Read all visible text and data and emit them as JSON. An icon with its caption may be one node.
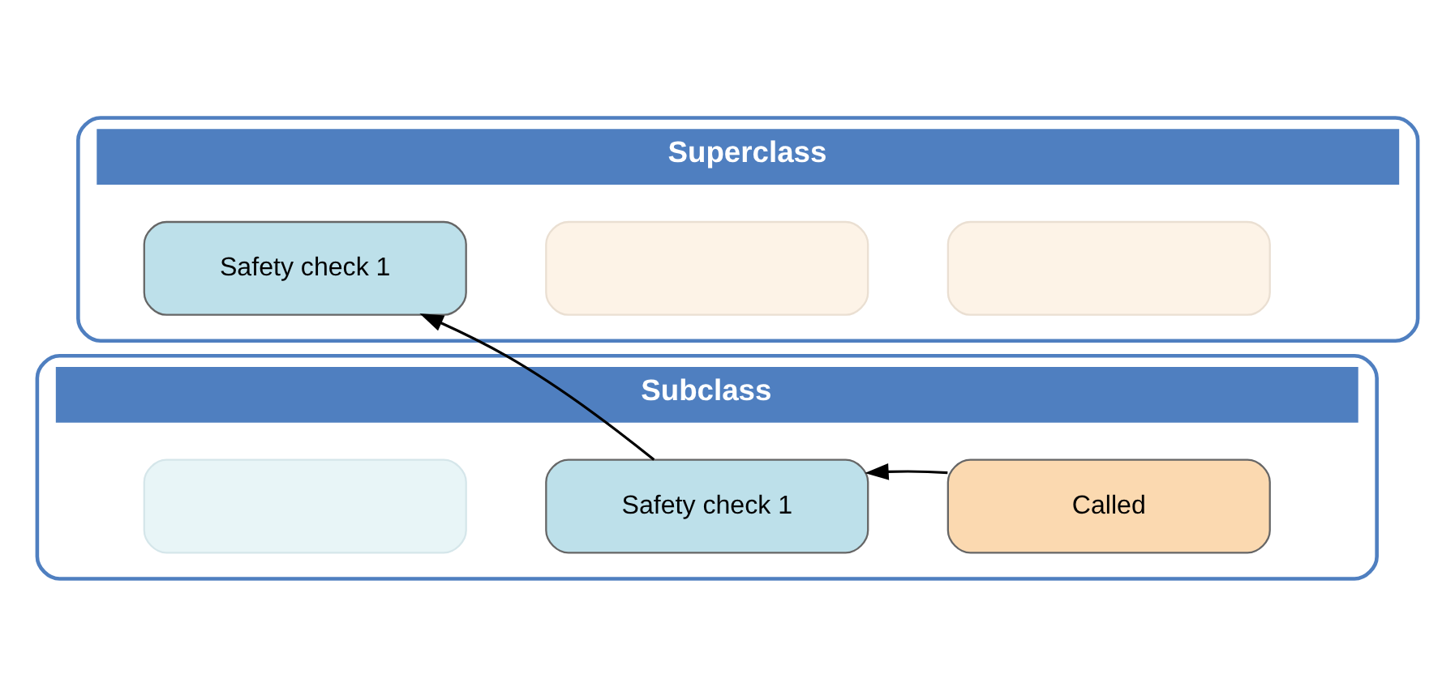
{
  "diagram": {
    "nodes": [
      {
        "text": [
          "Superclass"
        ]
      },
      {
        "text": [
          "Safety check 1"
        ],
        "in": 0
      },
      {
        "text": [],
        "shape": "box",
        "in": 0
      },
      {
        "text": [],
        "shape": "box",
        "in": 0
      },
      {
        "text": [
          "Subclass"
        ]
      },
      {
        "text": [],
        "shape": "box",
        "in": 4
      },
      {
        "text": [
          "Safety check 1"
        ],
        "in": 4
      },
      {
        "text": [
          "Called"
        ],
        "in": 4
      }
    ],
    "edges": [
      {
        "from": 6,
        "to": 1,
        "arrow": "to"
      },
      {
        "from": 7,
        "to": 6,
        "arrow": "to"
      }
    ]
  }
}
